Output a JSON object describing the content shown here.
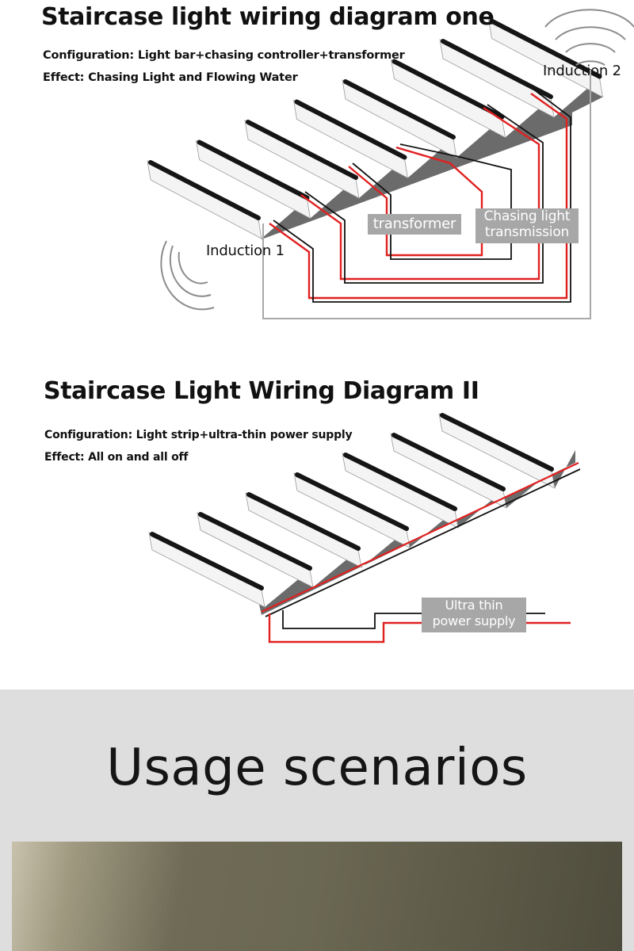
{
  "diagram1": {
    "title": "Staircase light wiring diagram one",
    "config": "Configuration: Light bar+chasing controller+transformer",
    "effect": "Effect: Chasing Light and Flowing Water",
    "induction1": "Induction 1",
    "induction2": "Induction 2",
    "transformer": "transformer",
    "chasing_line1": "Chasing light",
    "chasing_line2": "transmission"
  },
  "diagram2": {
    "title": "Staircase Light Wiring Diagram II",
    "config": "Configuration: Light strip+ultra-thin power supply",
    "effect": "Effect: All on and all off",
    "power_line1": "Ultra thin",
    "power_line2": "power supply"
  },
  "usage": {
    "title": "Usage scenarios"
  },
  "colors": {
    "wire_red": "#e12020",
    "wire_black": "#111111",
    "signal_grey": "#a8a8a8",
    "stair_side": "#6b6b6b",
    "label_box": "#a7a7a7"
  }
}
